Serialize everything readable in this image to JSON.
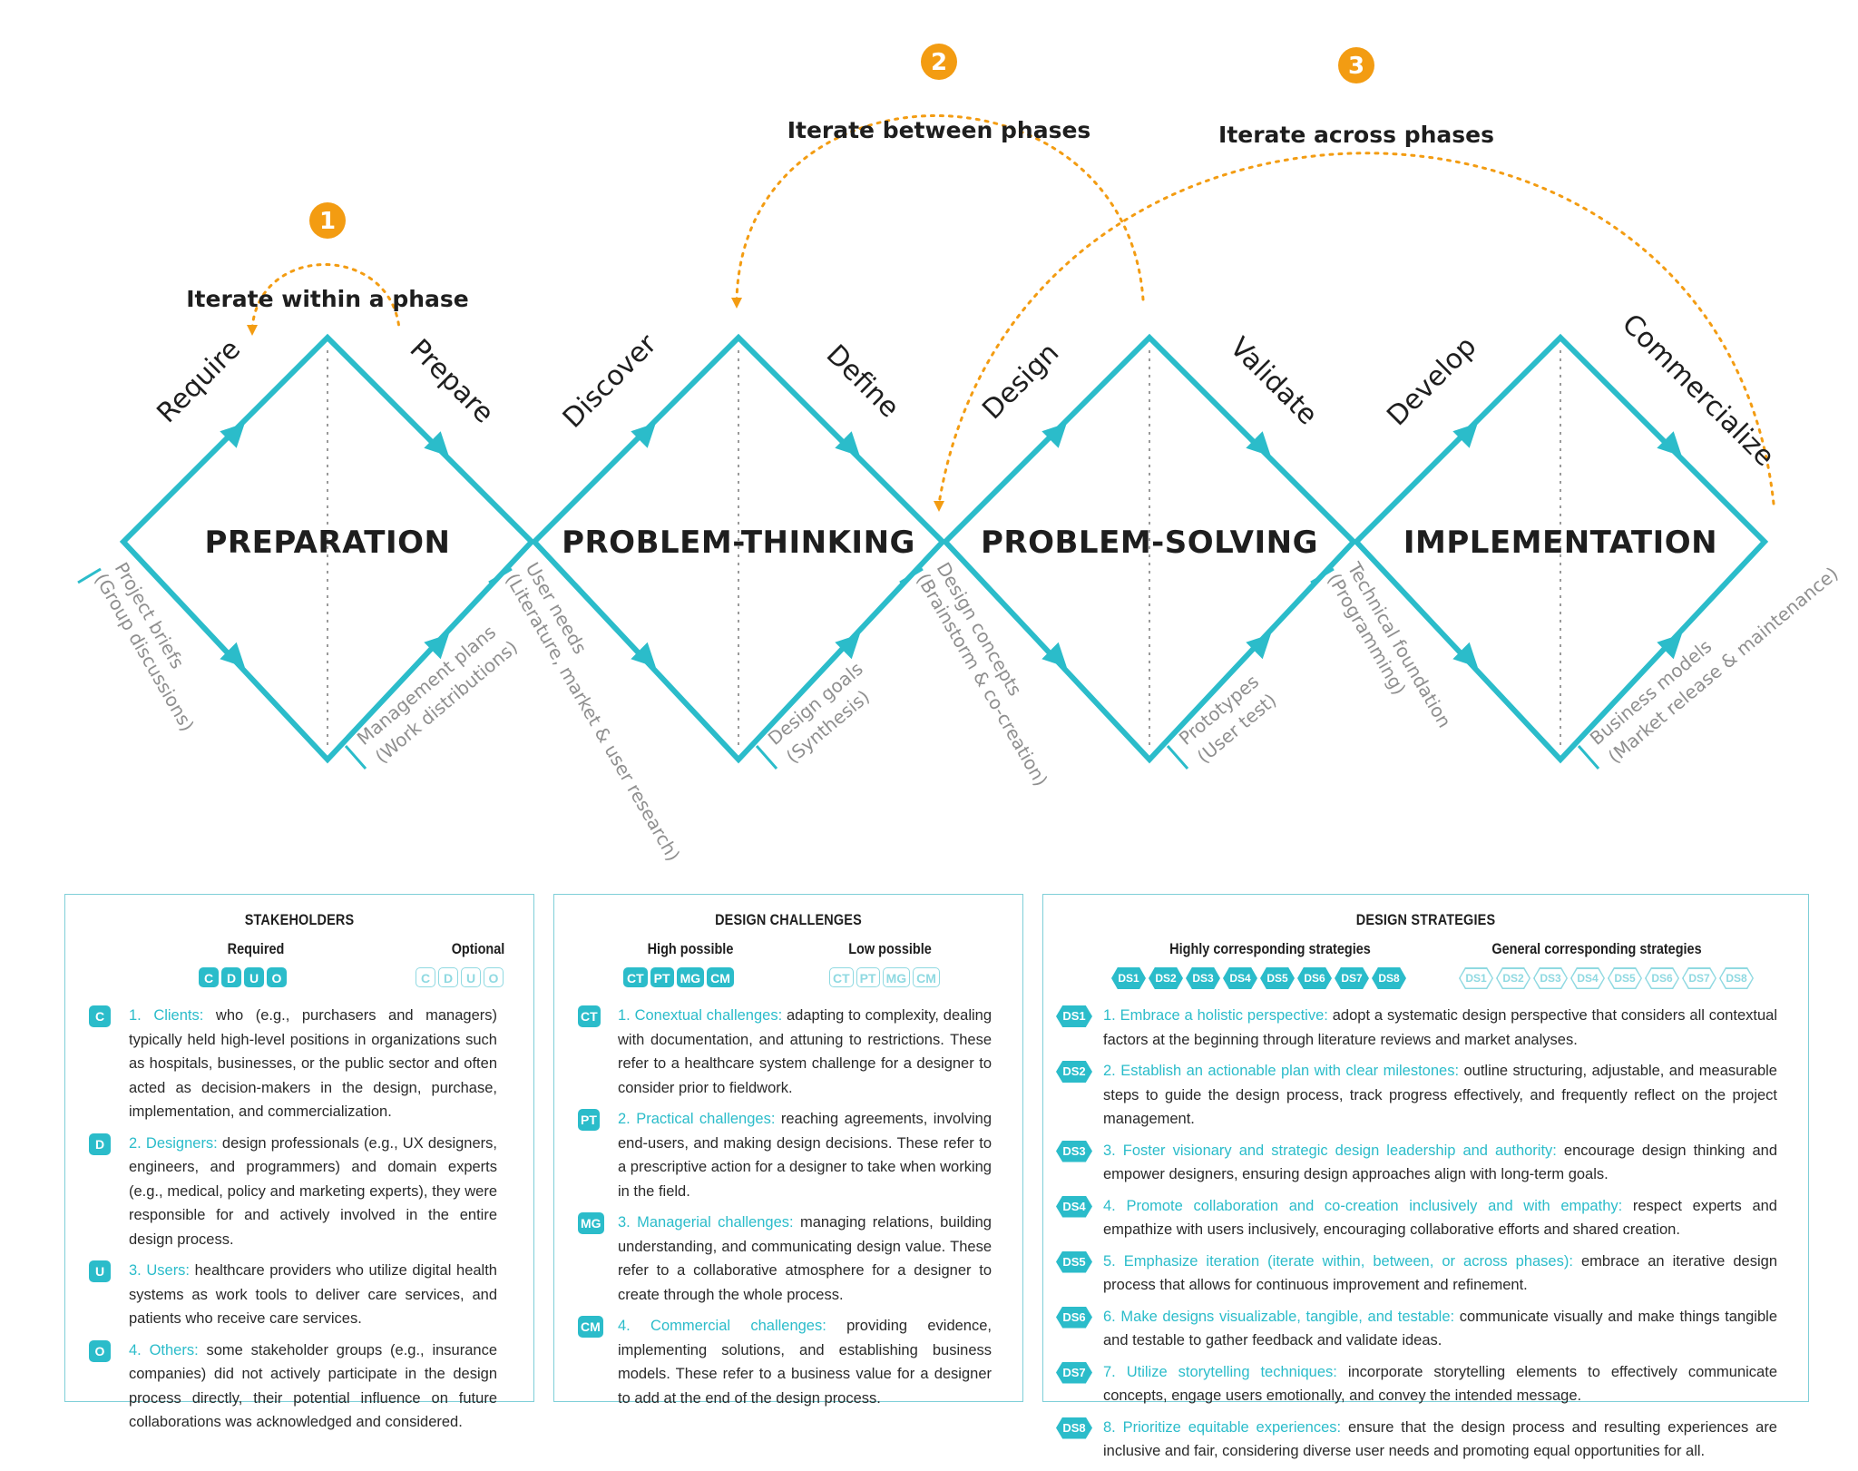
{
  "iteration": {
    "badges": [
      "1",
      "2",
      "3"
    ],
    "within_label": "Iterate within a phase",
    "between_label": "Iterate between phases",
    "across_label": "Iterate across phases",
    "color": "#f39c12"
  },
  "colors": {
    "accent": "#2bbcca",
    "accent_light": "#8fd9e1",
    "deliverable_text": "#8f8f8f"
  },
  "phases": [
    {
      "title": "PREPARATION",
      "stage_up": "Require",
      "stage_down": "Prepare",
      "deliverable_left": [
        "Project briefs",
        "(Group discussions)"
      ],
      "deliverable_right": [
        "Management plans",
        "(Work distributions)"
      ]
    },
    {
      "title": "PROBLEM-THINKING",
      "stage_up": "Discover",
      "stage_down": "Define",
      "deliverable_left": [
        "User needs",
        "(Literature, market & user research)"
      ],
      "deliverable_right": [
        "Design goals",
        "(Synthesis)"
      ]
    },
    {
      "title": "PROBLEM-SOLVING",
      "stage_up": "Design",
      "stage_down": "Validate",
      "deliverable_left": [
        "Design concepts",
        "(Brainstorm & co-creation)"
      ],
      "deliverable_right": [
        "Prototypes",
        "(User test)"
      ]
    },
    {
      "title": "IMPLEMENTATION",
      "stage_up": "Develop",
      "stage_down": "Commercialize",
      "deliverable_left": [
        "Technical foundation",
        "(Programming)"
      ],
      "deliverable_right": [
        "Business models",
        "(Market release & maintenance)"
      ]
    }
  ],
  "stakeholders": {
    "title": "STAKEHOLDERS",
    "required_label": "Required",
    "optional_label": "Optional",
    "chips": [
      "C",
      "D",
      "U",
      "O"
    ],
    "items": [
      {
        "badge": "C",
        "key": "1. Clients:",
        "text": " who (e.g., purchasers and managers) typically held high-level positions in organizations such as hospitals, businesses, or the public sector and often acted as decision-makers in the design, purchase, implementation, and commercialization."
      },
      {
        "badge": "D",
        "key": "2. Designers:",
        "text": " design professionals (e.g., UX designers, engineers, and programmers) and domain experts (e.g., medical, policy and marketing experts), they were responsible for and actively involved in the entire design process."
      },
      {
        "badge": "U",
        "key": "3. Users:",
        "text": " healthcare providers who utilize digital health systems as work tools to deliver care services, and patients who receive care services."
      },
      {
        "badge": "O",
        "key": "4. Others:",
        "text": " some stakeholder groups (e.g., insurance companies) did not actively participate in the design process directly, their potential influence on future collaborations was acknowledged and considered."
      }
    ]
  },
  "challenges": {
    "title": "DESIGN CHALLENGES",
    "high_label": "High possible",
    "low_label": "Low possible",
    "chips": [
      "CT",
      "PT",
      "MG",
      "CM"
    ],
    "items": [
      {
        "badge": "CT",
        "key": "1. Conextual challenges:",
        "text": " adapting to complexity, dealing with documentation, and attuning to restrictions. These refer to a healthcare system challenge for a designer to consider prior to fieldwork."
      },
      {
        "badge": "PT",
        "key": "2. Practical challenges:",
        "text": " reaching agreements, involving end-users, and making design decisions. These refer to a prescriptive action for a designer to take when working in the field."
      },
      {
        "badge": "MG",
        "key": "3. Managerial challenges:",
        "text": " managing relations, building understanding, and communicating design value. These refer to a collaborative atmosphere for a designer to create through the whole process."
      },
      {
        "badge": "CM",
        "key": "4. Commercial challenges:",
        "text": " providing evidence, implementing solutions, and establishing business models. These refer to a business value for a designer to add at the end of the design process."
      }
    ]
  },
  "strategies": {
    "title": "DESIGN STRATEGIES",
    "high_label": "Highly corresponding strategies",
    "general_label": "General corresponding strategies",
    "chips": [
      "DS1",
      "DS2",
      "DS3",
      "DS4",
      "DS5",
      "DS6",
      "DS7",
      "DS8"
    ],
    "items": [
      {
        "badge": "DS1",
        "key": "1. Embrace a holistic perspective:",
        "text": " adopt a systematic design perspective that considers all contextual factors at the beginning through literature reviews and market analyses."
      },
      {
        "badge": "DS2",
        "key": "2. Establish an actionable plan with clear milestones:",
        "text": " outline structuring, adjustable, and measurable steps to guide the design process, track progress effectively, and frequently reflect on the project management."
      },
      {
        "badge": "DS3",
        "key": "3. Foster visionary and strategic design leadership and authority:",
        "text": " encourage design thinking and empower designers, ensuring design approaches align with long-term goals."
      },
      {
        "badge": "DS4",
        "key": "4. Promote collaboration and co-creation inclusively and with empathy:",
        "text": " respect experts and empathize with users inclusively, encouraging collaborative efforts and shared creation."
      },
      {
        "badge": "DS5",
        "key": "5. Emphasize iteration (iterate within, between, or across phases):",
        "text": " embrace an iterative design process that allows for continuous improvement and refinement."
      },
      {
        "badge": "DS6",
        "key": "6. Make designs visualizable, tangible, and testable:",
        "text": " communicate visually and make things tangible and testable to gather feedback and validate ideas."
      },
      {
        "badge": "DS7",
        "key": "7. Utilize storytelling techniques:",
        "text": " incorporate storytelling elements to effectively communicate concepts, engage users emotionally, and convey the intended message."
      },
      {
        "badge": "DS8",
        "key": "8. Prioritize equitable experiences:",
        "text": " ensure that the design process and resulting experiences are inclusive and fair, considering diverse user needs and promoting equal opportunities for all."
      }
    ]
  }
}
